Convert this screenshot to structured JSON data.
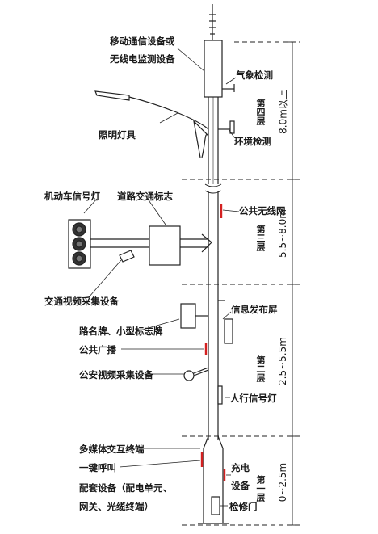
{
  "labels": {
    "mobile_comm": "移动通信设备或",
    "radio_monitor": "无线电监测设备",
    "weather": "气象检测",
    "lighting": "照明灯具",
    "environment": "环境检测",
    "vehicle_signal": "机动车信号灯",
    "road_sign": "道路交通标志",
    "public_wifi": "公共无线网",
    "traffic_video": "交通视频采集设备",
    "info_screen": "信息发布屏",
    "street_sign": "路名牌、小型标志牌",
    "broadcast": "公共广播",
    "security_video": "公安视频采集设备",
    "pedestrian_signal": "人行信号灯",
    "multimedia": "多媒体交互终端",
    "sos": "一键呼叫",
    "support_equipment": "配套设备（配电单元、",
    "gateway": "网关、光缆终端）",
    "charging": "充电",
    "charging_device": "设备",
    "access_door": "检修门"
  },
  "layers": [
    {
      "name": "第四层",
      "height": "8.0m以上"
    },
    {
      "name": "第三层",
      "height": "5.5~8.0m"
    },
    {
      "name": "第二层",
      "height": "2.5~5.5m"
    },
    {
      "name": "第一层",
      "height": "0~2.5m"
    }
  ],
  "colors": {
    "line": "#222222",
    "accent": "#d42020"
  }
}
